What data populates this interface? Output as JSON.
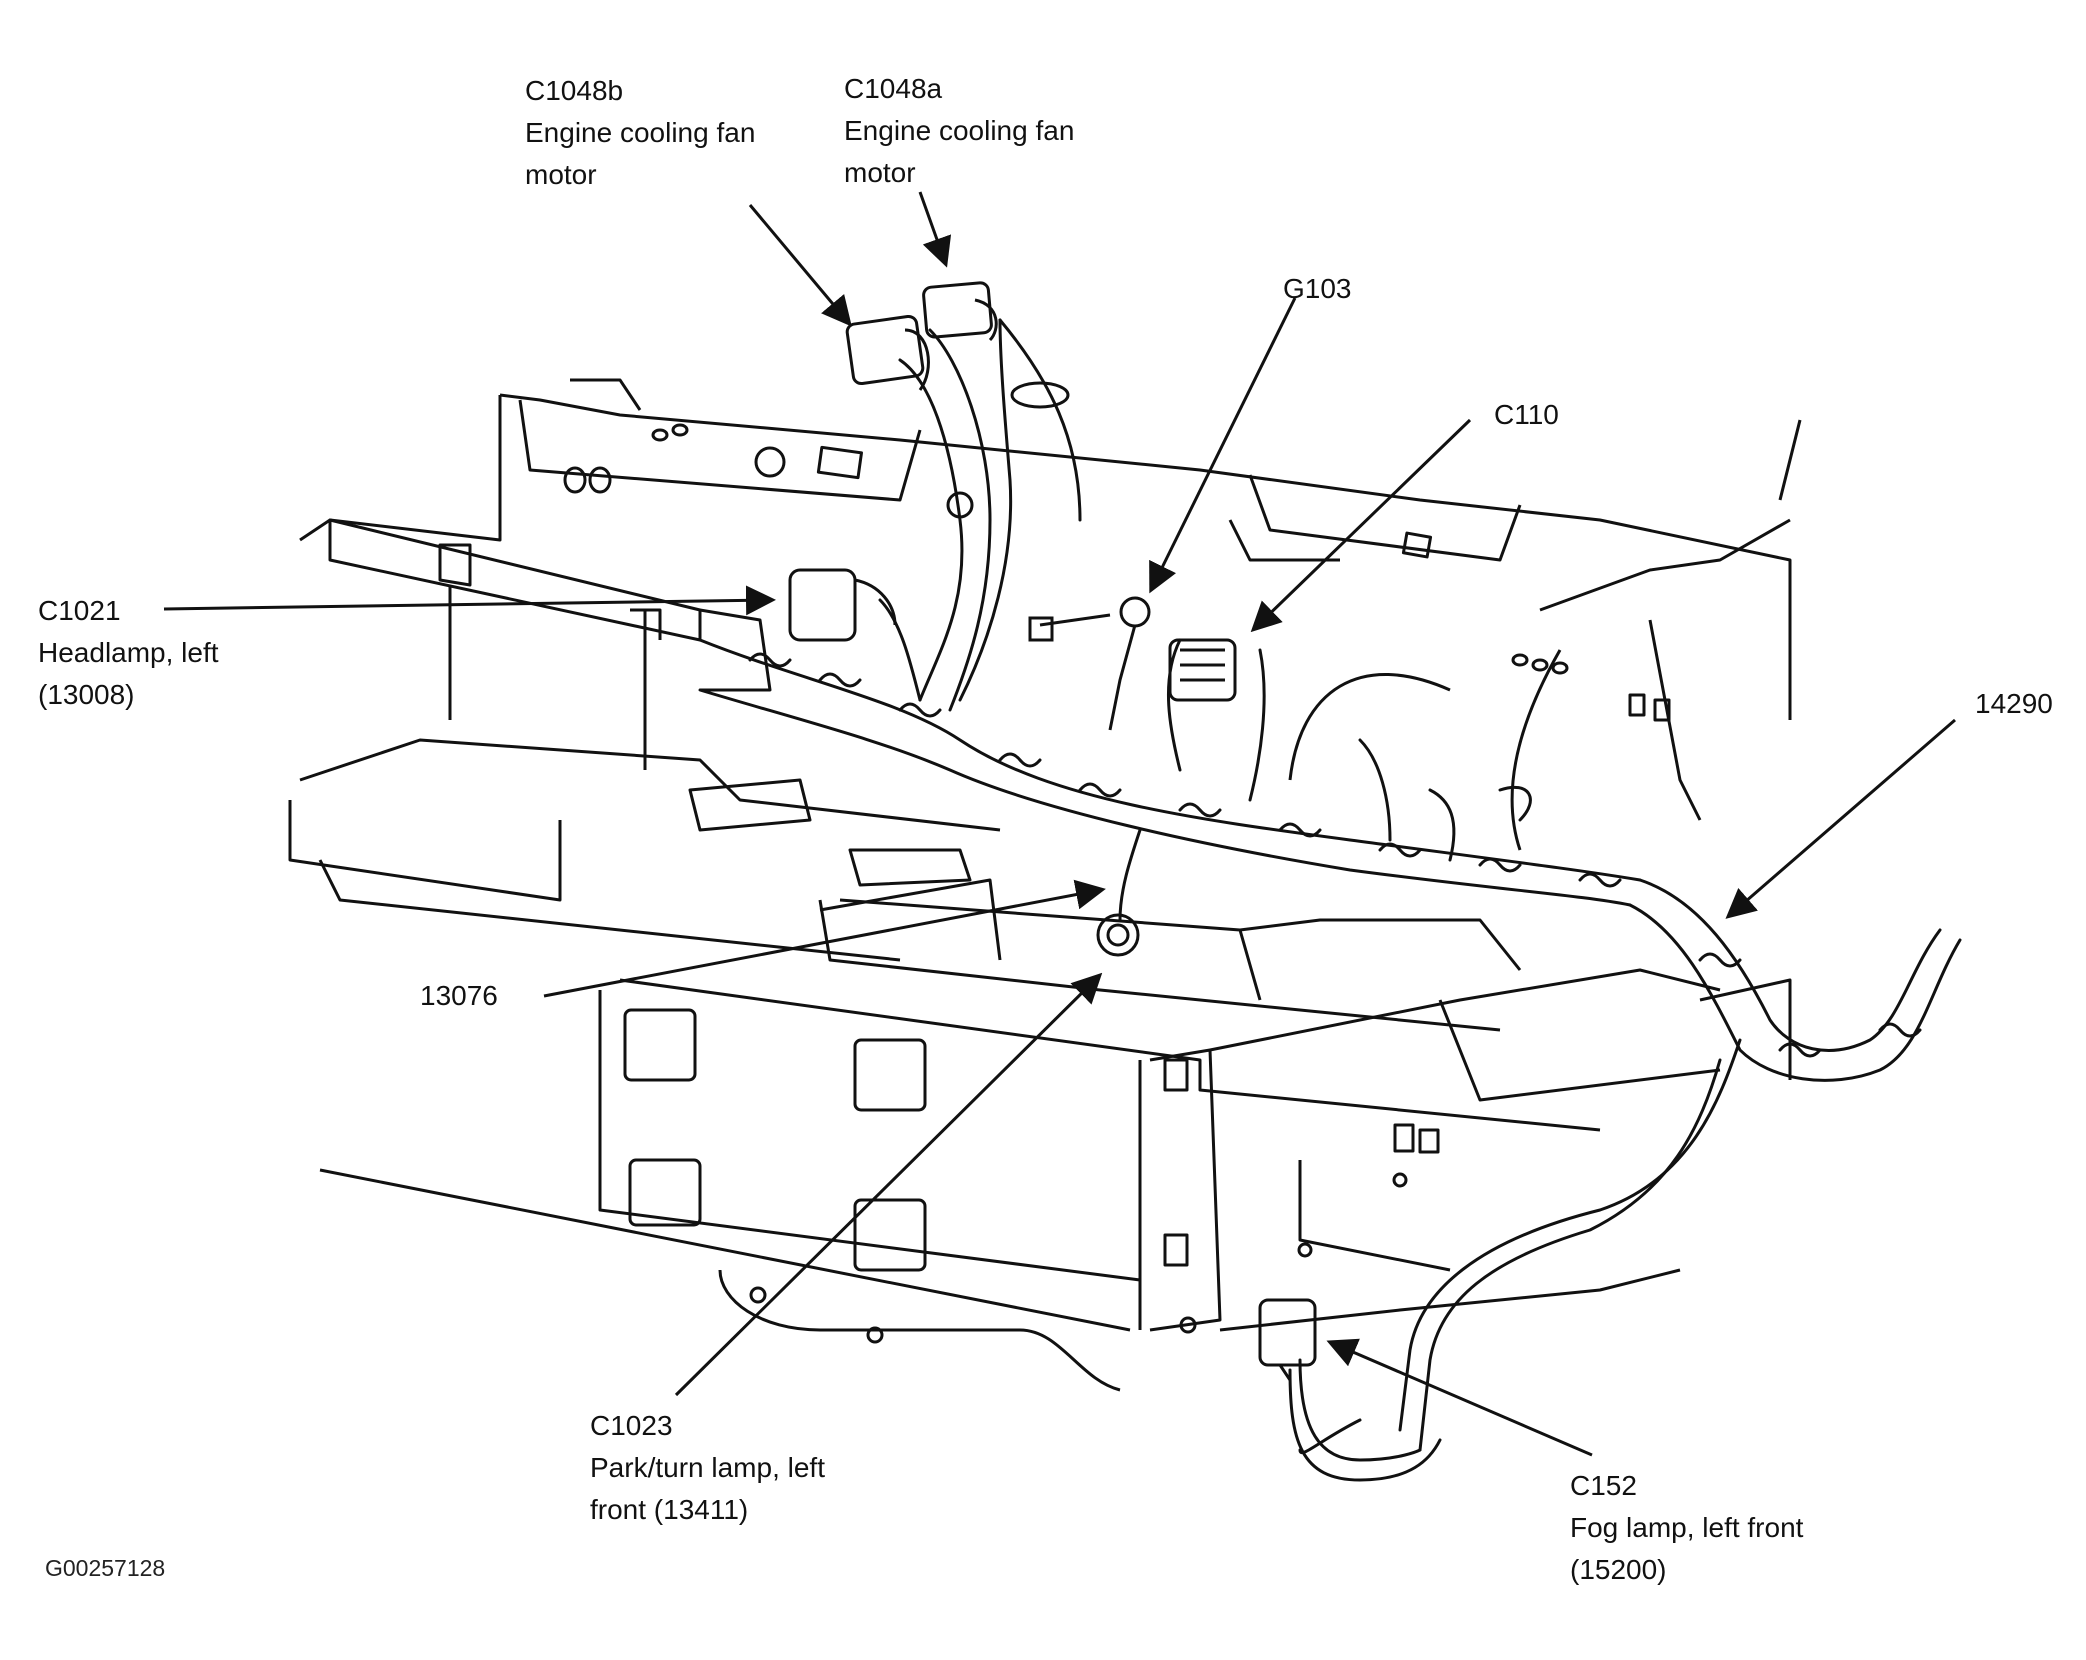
{
  "figure_id": "G00257128",
  "callouts": {
    "c1048b": {
      "code": "C1048b",
      "lines": [
        "Engine cooling fan",
        "motor"
      ]
    },
    "c1048a": {
      "code": "C1048a",
      "lines": [
        "Engine cooling fan",
        "motor"
      ]
    },
    "g103": {
      "code": "G103"
    },
    "c110": {
      "code": "C110"
    },
    "c1021": {
      "code": "C1021",
      "lines": [
        "Headlamp, left",
        "(13008)"
      ]
    },
    "p14290": {
      "code": "14290"
    },
    "p13076": {
      "code": "13076"
    },
    "c1023": {
      "code": "C1023",
      "lines": [
        "Park/turn lamp, left",
        "front (13411)"
      ]
    },
    "c152": {
      "code": "C152",
      "lines": [
        "Fog lamp, left front",
        "(15200)"
      ]
    }
  },
  "colors": {
    "ink": "#111111",
    "paper": "#ffffff"
  }
}
